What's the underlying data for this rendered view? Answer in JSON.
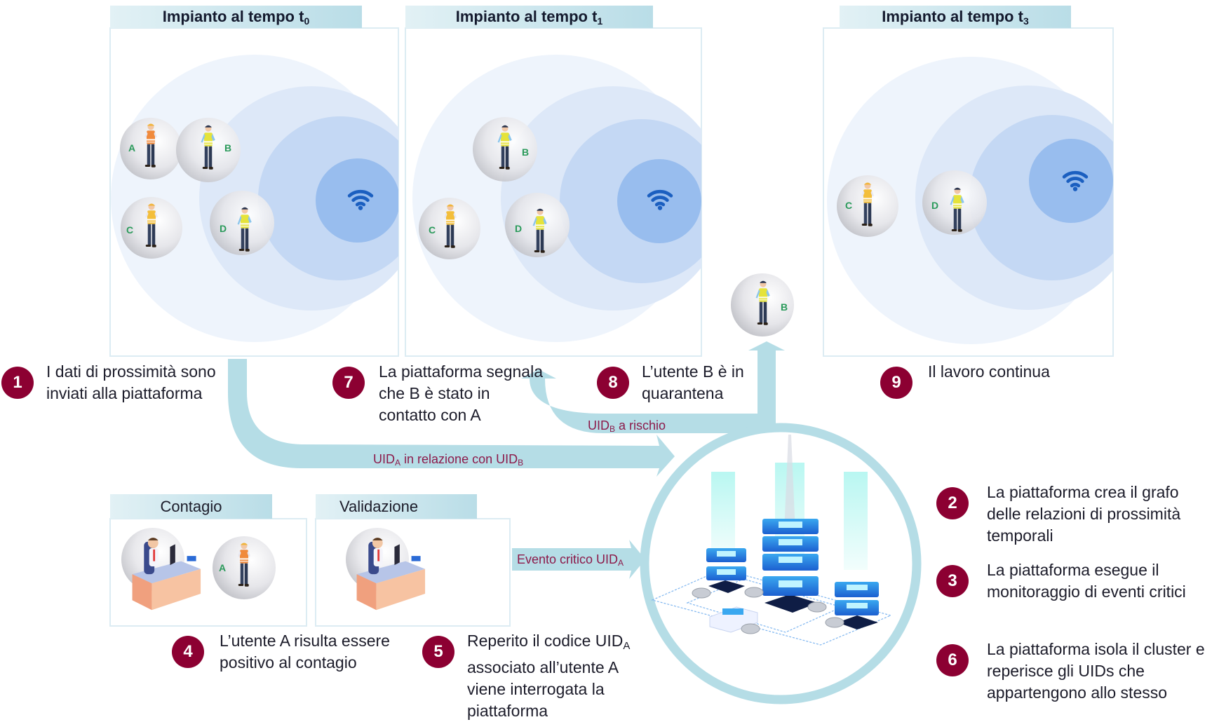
{
  "panels": [
    {
      "title_main": "Impianto al tempo t",
      "title_sub": "0",
      "workers": [
        "A",
        "B",
        "C",
        "D"
      ]
    },
    {
      "title_main": "Impianto al tempo t",
      "title_sub": "1",
      "workers": [
        "B",
        "C",
        "D"
      ]
    },
    {
      "title_main": "Impianto al tempo t",
      "title_sub": "3",
      "workers": [
        "C",
        "D"
      ]
    }
  ],
  "quarantined_worker": "B",
  "small_panels": [
    {
      "title": "Contagio",
      "worker": "A"
    },
    {
      "title": "Validazione"
    }
  ],
  "steps": [
    {
      "number": "1",
      "text": "I dati di prossimità sono inviati alla piattaforma"
    },
    {
      "number": "2",
      "text": "La piattaforma crea il grafo delle relazioni di prossimità temporali"
    },
    {
      "number": "3",
      "text": "La piattaforma esegue il monitoraggio di eventi critici"
    },
    {
      "number": "4",
      "text": "L’utente A risulta essere positivo al contagio"
    },
    {
      "number": "5",
      "text_main": "Reperito il codice UID",
      "text_sub": "A",
      "text_rest": "associato all’utente A viene interrogata la piattaforma"
    },
    {
      "number": "6",
      "text": "La piattaforma isola il cluster e reperisce gli UIDs che appartengono allo stesso"
    },
    {
      "number": "7",
      "text": "La piattaforma segnala che B è stato in contatto con A"
    },
    {
      "number": "8",
      "text": "L’utente B è in quarantena"
    },
    {
      "number": "9",
      "text": "Il lavoro continua"
    }
  ],
  "flows": {
    "relation": {
      "pre": "UID",
      "sub1": "A",
      "mid": " in relazione  con UID",
      "sub2": "B"
    },
    "risk": {
      "pre": "UID",
      "sub": "B",
      "post": " a rischio"
    },
    "critical": {
      "pre": "Evento critico UID",
      "sub": "A"
    }
  },
  "icons": {
    "access_point": "wifi-icon",
    "platform": "server-cluster-icon",
    "worker": "worker-icon",
    "doctor": "doctor-desk-icon"
  },
  "colors": {
    "badge": "#8c0032",
    "flow_arrow": "#b5dde6",
    "flow_label": "#8c1a4a",
    "tab_header": "#cbe6ee",
    "ring_outer": "#eef4fc",
    "ring_2": "#dde8f8",
    "ring_3": "#c4d8f4",
    "ring_inner": "#98bdee",
    "wifi": "#1b5fc0"
  }
}
